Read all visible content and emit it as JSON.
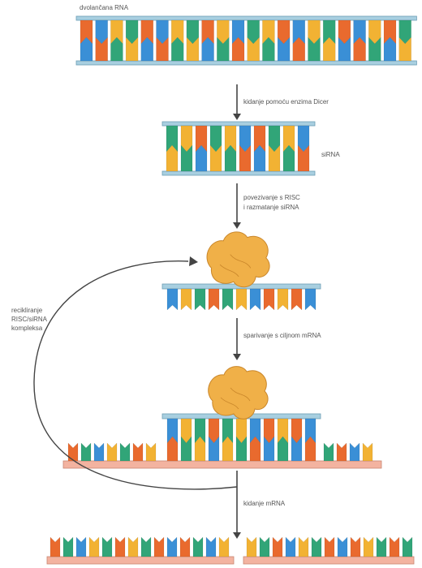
{
  "labels": {
    "dsrna": "dvolančana RNA",
    "dicer": "kidanje pomoću enzima Dicer",
    "sirna": "siRNA",
    "risc_line1": "povezivanje s RISC",
    "risc_line2": "i razmatanje siRNA",
    "pairing": "sparivanje s ciljnom mRNA",
    "recycle_line1": "recikliranje",
    "recycle_line2": "RISC/siRNA",
    "recycle_line3": "kompleksa",
    "cleavage": "kidanje mRNA"
  },
  "colors": {
    "rail": "#a8cfe0",
    "rail_edge": "#6d9db5",
    "mrna_rail": "#f3b3a0",
    "mrna_rail_edge": "#c98672",
    "orange": "#e96a2e",
    "blue": "#3a8fd6",
    "yellow": "#f2b233",
    "green": "#31a578",
    "risc": "#f0b048",
    "risc_edge": "#c9862a",
    "arrow": "#444444"
  },
  "sequences": {
    "dsrna": [
      "orange",
      "blue",
      "yellow",
      "green",
      "orange",
      "blue",
      "yellow",
      "green",
      "orange",
      "yellow",
      "blue",
      "green",
      "yellow",
      "orange",
      "blue",
      "yellow",
      "green",
      "orange",
      "blue",
      "yellow",
      "orange",
      "green"
    ],
    "sirna": [
      "green",
      "yellow",
      "orange",
      "green",
      "yellow",
      "blue",
      "orange",
      "green",
      "yellow",
      "blue"
    ],
    "guide": [
      "blue",
      "yellow",
      "green",
      "orange",
      "green",
      "yellow",
      "blue",
      "orange",
      "yellow",
      "orange",
      "blue"
    ],
    "mrna": [
      "orange",
      "green",
      "blue",
      "yellow",
      "green",
      "orange",
      "yellow",
      "green",
      "orange",
      "blue",
      "yellow",
      "green",
      "orange",
      "blue",
      "yellow",
      "green",
      "orange",
      "blue",
      "orange",
      "yellow",
      "green",
      "orange",
      "green",
      "yellow"
    ],
    "frag_left": [
      "orange",
      "green",
      "blue",
      "yellow",
      "green",
      "orange",
      "yellow",
      "green",
      "orange",
      "blue"
    ],
    "frag_right": [
      "yellow",
      "green",
      "orange",
      "blue",
      "yellow",
      "green",
      "orange",
      "blue",
      "orange",
      "yellow",
      "green",
      "orange",
      "green"
    ]
  }
}
